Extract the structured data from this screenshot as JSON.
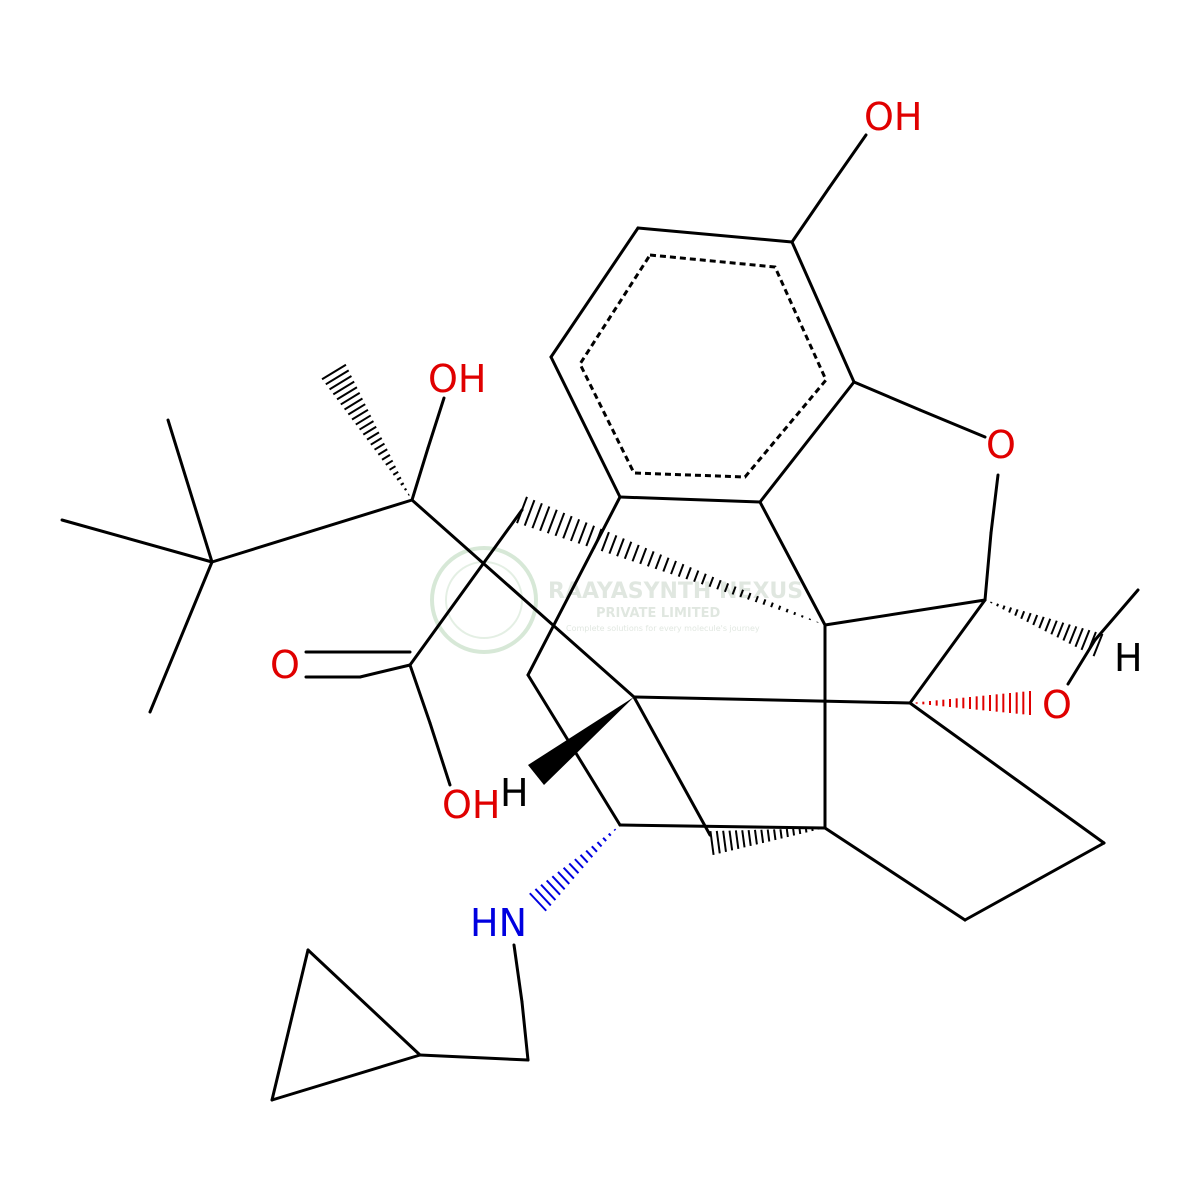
{
  "colors": {
    "bond": "#000000",
    "oxygen": "#e00000",
    "nitrogen": "#0000e0",
    "hydrogen": "#000000",
    "watermark": "#c8d4c8",
    "watermark_logo": "#b7d7b7"
  },
  "atoms": {
    "oh_top": "OH",
    "oh_side": "OH",
    "o_ring": "O",
    "o_carbonyl": "O",
    "oh_acid": "OH",
    "o_methoxy": "O",
    "h_right": "H",
    "h_left": "H",
    "nh": "HN"
  },
  "watermark": {
    "name": "RAAYASYNTH NEXUS",
    "subtitle": "PRIVATE LIMITED",
    "tagline": "Complete solutions for every molecule's journey"
  }
}
